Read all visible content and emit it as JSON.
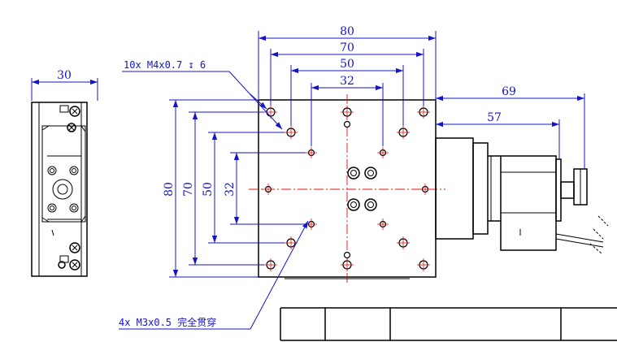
{
  "dimensions": {
    "top": [
      "80",
      "70",
      "50",
      "32"
    ],
    "left": [
      "80",
      "70",
      "50",
      "32"
    ],
    "side_width": "30",
    "motor_total": "69",
    "motor_body": "57"
  },
  "callouts": {
    "threaded_holes": "10x M4x0.7 ↧ 6",
    "through_holes": "4x M3x0.5 完全贯穿"
  },
  "colors": {
    "dimension": "#1515c8",
    "centerline": "#e01010",
    "outline": "#000000"
  }
}
